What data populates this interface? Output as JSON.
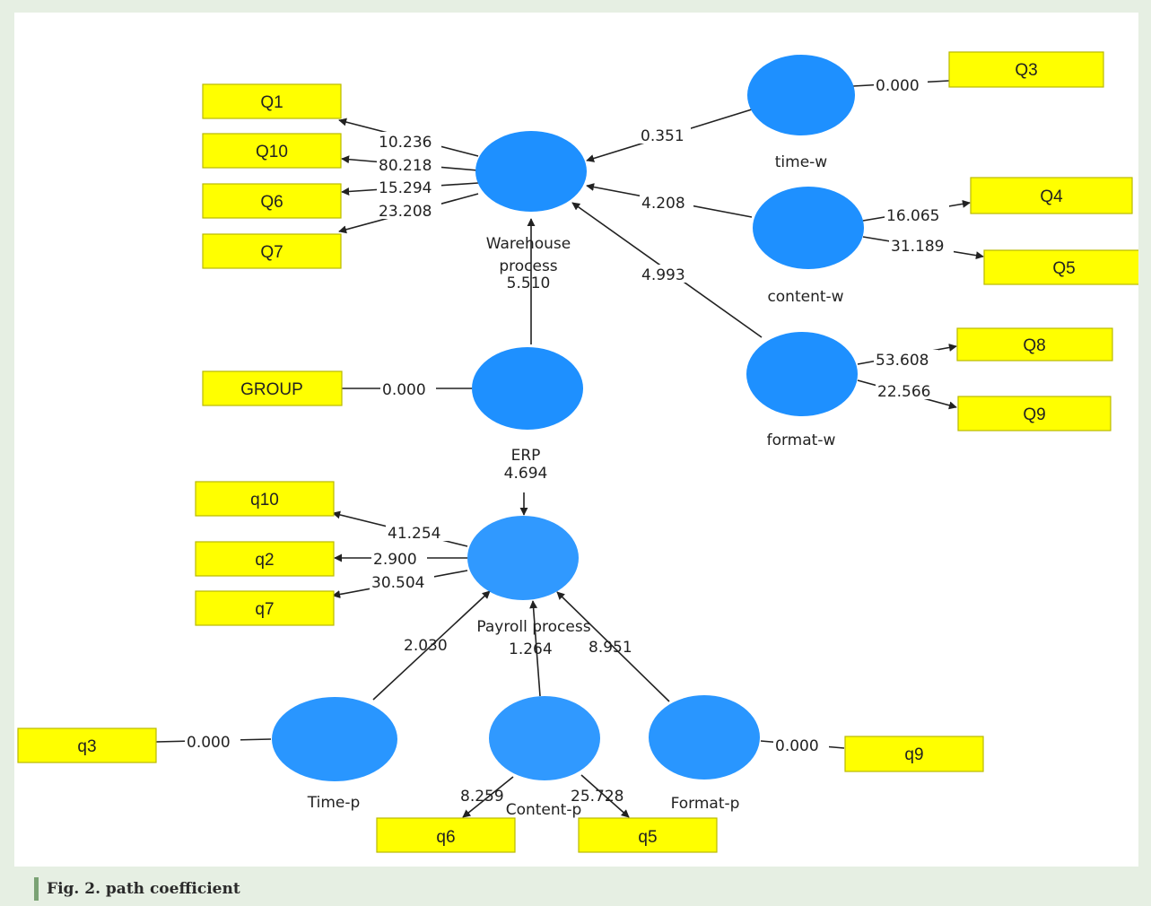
{
  "figure": {
    "caption": "Fig. 2. path coefficient"
  },
  "colors": {
    "construct": "#1e90ff",
    "indicator": "#ffff00",
    "background": "#e6efe3"
  },
  "constructs": {
    "warehouse": {
      "label_line1": "Warehouse",
      "label_line2": "process",
      "coef": "5.510"
    },
    "time_w": {
      "label": "time-w"
    },
    "content_w": {
      "label": "content-w"
    },
    "format_w": {
      "label": "format-w"
    },
    "erp": {
      "label": "ERP",
      "coef": "4.694"
    },
    "payroll": {
      "label": "Payroll process"
    },
    "time_p": {
      "label": "Time-p"
    },
    "content_p": {
      "label": "Content-p"
    },
    "format_p": {
      "label": "Format-p"
    }
  },
  "indicators": {
    "Q1": "Q1",
    "Q10": "Q10",
    "Q6": "Q6",
    "Q7": "Q7",
    "Q3": "Q3",
    "Q4": "Q4",
    "Q5": "Q5",
    "Q8": "Q8",
    "Q9": "Q9",
    "GROUP": "GROUP",
    "q10": "q10",
    "q2": "q2",
    "q7": "q7",
    "q3": "q3",
    "q9": "q9",
    "q6": "q6",
    "q5": "q5"
  },
  "edges": {
    "wh_Q1": "10.236",
    "wh_Q10": "80.218",
    "wh_Q6": "15.294",
    "wh_Q7": "23.208",
    "timew_wh": "0.351",
    "timew_Q3": "0.000",
    "contentw_wh": "4.208",
    "contentw_Q4": "16.065",
    "contentw_Q5": "31.189",
    "formatw_wh": "4.993",
    "formatw_Q8": "53.608",
    "formatw_Q9": "22.566",
    "erp_group": "0.000",
    "py_q10": "41.254",
    "py_q2": "2.900",
    "py_q7": "30.504",
    "timep_py": "2.030",
    "contentp_py": "1.264",
    "formatp_py": "8.951",
    "timep_q3": "0.000",
    "formatp_q9": "0.000",
    "contentp_q6": "8.259",
    "contentp_q5": "25.728"
  }
}
